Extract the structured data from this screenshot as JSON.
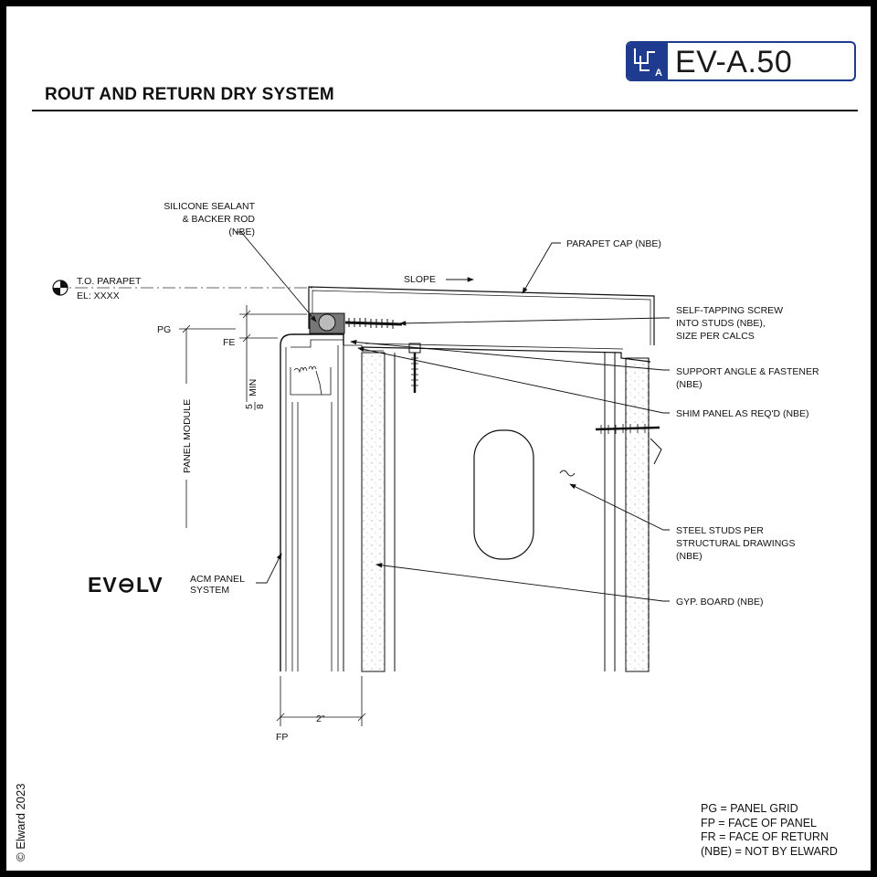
{
  "header": {
    "title": "ROUT AND RETURN DRY SYSTEM",
    "sheet_number": "EV-A.50",
    "sheet_icon_letter": "A"
  },
  "labels": {
    "silicone_1": "SILICONE SEALANT",
    "silicone_2": "& BACKER ROD",
    "silicone_3": "(NBE)",
    "parapet_cap": "PARAPET CAP  (NBE)",
    "slope": "SLOPE",
    "to_parapet": "T.O. PARAPET",
    "el": "EL: XXXX",
    "screw_1": "SELF-TAPPING SCREW",
    "screw_2": "INTO STUDS (NBE),",
    "screw_3": "SIZE PER CALCS",
    "pg": "PG",
    "fe": "FE",
    "support_1": "SUPPORT ANGLE & FASTENER",
    "support_2": "(NBE)",
    "shim": "SHIM PANEL AS REQ'D (NBE)",
    "min_whole": "5",
    "min_frac": "8",
    "min_text": "MIN",
    "panel_module": "PANEL MODULE",
    "studs_1": "STEEL STUDS PER",
    "studs_2": "STRUCTURAL DRAWINGS",
    "studs_3": "(NBE)",
    "brand": "EV⊖LV",
    "acm_1": "ACM PANEL",
    "acm_2": "SYSTEM",
    "gyp": "GYP. BOARD (NBE)",
    "dim_2in": "2\"",
    "fp": "FP"
  },
  "legend": [
    "PG = PANEL GRID",
    "FP = FACE OF PANEL",
    "FR = FACE OF RETURN",
    "(NBE) = NOT BY ELWARD"
  ],
  "copyright": "© Elward 2023"
}
